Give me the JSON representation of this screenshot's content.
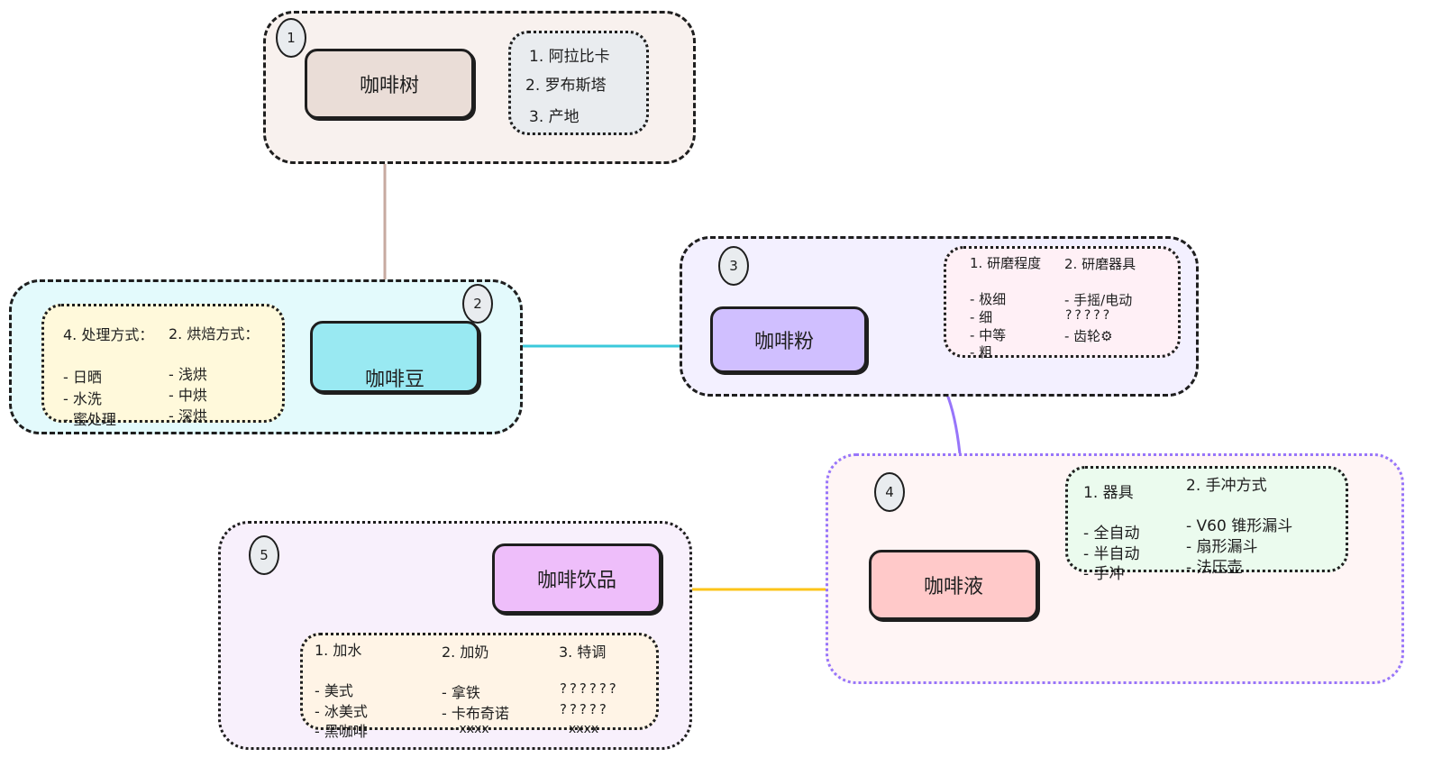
{
  "groups": {
    "g1": {
      "number": "1",
      "node": "咖啡树",
      "note": [
        "1. 阿拉比卡",
        "2. 罗布斯塔",
        "3. 产地"
      ]
    },
    "g2": {
      "number": "2",
      "node": "咖啡豆",
      "col1": {
        "title": "4. 处理方式：",
        "items": [
          "- 日晒",
          "- 水洗",
          "- 蜜处理"
        ]
      },
      "col2": {
        "title": "2. 烘焙方式：",
        "items": [
          "- 浅烘",
          "- 中烘",
          "- 深烘"
        ]
      }
    },
    "g3": {
      "number": "3",
      "node": "咖啡粉",
      "col1": {
        "title": "1. 研磨程度",
        "items": [
          "- 极细",
          "- 细",
          "- 中等",
          "- 粗"
        ]
      },
      "col2": {
        "title": "2. 研磨器具",
        "items": [
          "- 手摇/电动",
          "?????",
          "- 齿轮⚙"
        ]
      }
    },
    "g4": {
      "number": "4",
      "node": "咖啡液",
      "col1": {
        "title": "1. 器具",
        "items": [
          "- 全自动",
          "- 半自动",
          "- 手冲"
        ]
      },
      "col2": {
        "title": "2. 手冲方式",
        "items": [
          "- V60 锥形漏斗",
          "- 扇形漏斗",
          "- 法压壶"
        ]
      }
    },
    "g5": {
      "number": "5",
      "node": "咖啡饮品",
      "col1": {
        "title": "1. 加水",
        "items": [
          "- 美式",
          "- 冰美式",
          "- 黑咖啡"
        ]
      },
      "col2": {
        "title": "2. 加奶",
        "items": [
          "- 拿铁",
          "- 卡布奇诺",
          "- xxxx"
        ]
      },
      "col3": {
        "title": "3. 特调",
        "items": [
          "??????",
          "?????",
          "xxxx"
        ]
      }
    }
  },
  "colors": {
    "g1_bg": "#f8f1ee",
    "node1": "#eaddd7",
    "note1": "#e9ecef",
    "g2_bg": "#e3fafc",
    "node2": "#99e9f2",
    "note2": "#fff9db",
    "g3_bg": "#f3f0ff",
    "node3": "#d0bfff",
    "note3": "#fff0f6",
    "g4_bg": "#fff5f5",
    "node4": "#ffc9c9",
    "note4": "#ebfbee",
    "g5_bg": "#f8f0fc",
    "node5": "#eebefa",
    "note5": "#fff4e6",
    "arrow1": "#c7aaa0",
    "arrow2": "#3bc9db",
    "arrow3": "#9775fa",
    "arrow4": "#fcc419"
  }
}
